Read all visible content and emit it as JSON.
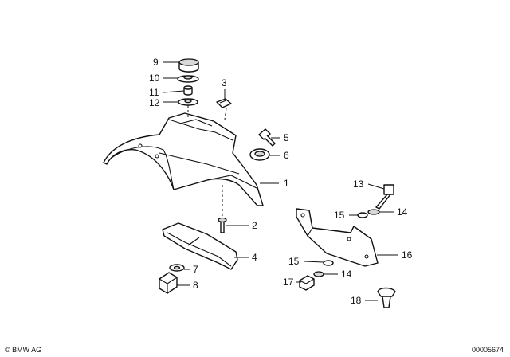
{
  "callouts": {
    "c1": "1",
    "c2": "2",
    "c3": "3",
    "c4": "4",
    "c5": "5",
    "c6": "6",
    "c7": "7",
    "c8": "8",
    "c9": "9",
    "c10": "10",
    "c11": "11",
    "c12": "12",
    "c13": "13",
    "c14a": "14",
    "c14b": "14",
    "c15a": "15",
    "c15b": "15",
    "c16": "16",
    "c17": "17",
    "c18": "18"
  },
  "footer": {
    "copyright": "© BMW AG",
    "drawing_number": "00005674"
  }
}
